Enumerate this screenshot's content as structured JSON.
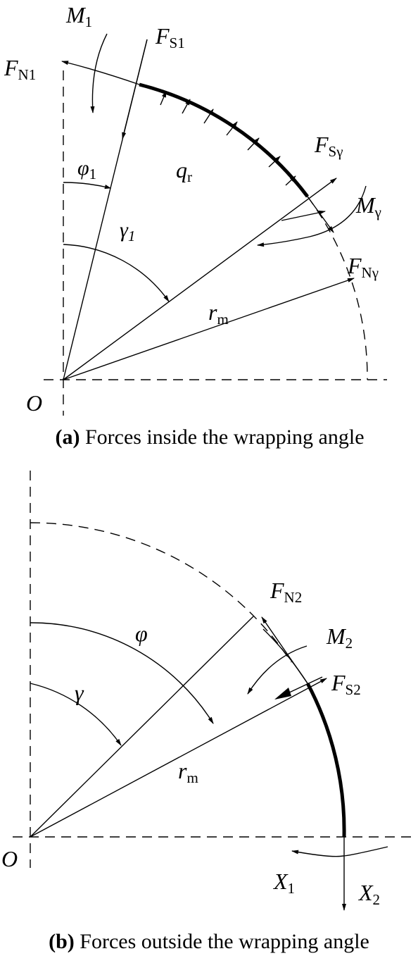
{
  "panel_a": {
    "labels": {
      "M1_main": "M",
      "M1_sub": "1",
      "FS1_main": "F",
      "FS1_sub": "S1",
      "FN1_main": "F",
      "FN1_sub": "N1",
      "phi1_main": "φ",
      "phi1_sub": "1",
      "gamma1_main": "γ",
      "gamma1_sub": "1",
      "qr_main": "q",
      "qr_sub": "r",
      "FSg_main": "F",
      "FSg_sub": "Sγ",
      "Mg_main": "M",
      "Mg_sub": "γ",
      "FNg_main": "F",
      "FNg_sub": "Nγ",
      "rm_main": "r",
      "rm_sub": "m",
      "origin": "O"
    },
    "caption_tag": "(a)",
    "caption_text": " Forces inside the wrapping angle"
  },
  "panel_b": {
    "labels": {
      "FN2_main": "F",
      "FN2_sub": "N2",
      "M2_main": "M",
      "M2_sub": "2",
      "phi_main": "φ",
      "FS2_main": "F",
      "FS2_sub": "S2",
      "gamma_main": "γ",
      "rm_main": "r",
      "rm_sub": "m",
      "origin": "O",
      "X1_main": "X",
      "X1_sub": "1",
      "X2_main": "X",
      "X2_sub": "2"
    },
    "caption_tag": "(b)",
    "caption_text": " Forces outside the wrapping angle"
  }
}
